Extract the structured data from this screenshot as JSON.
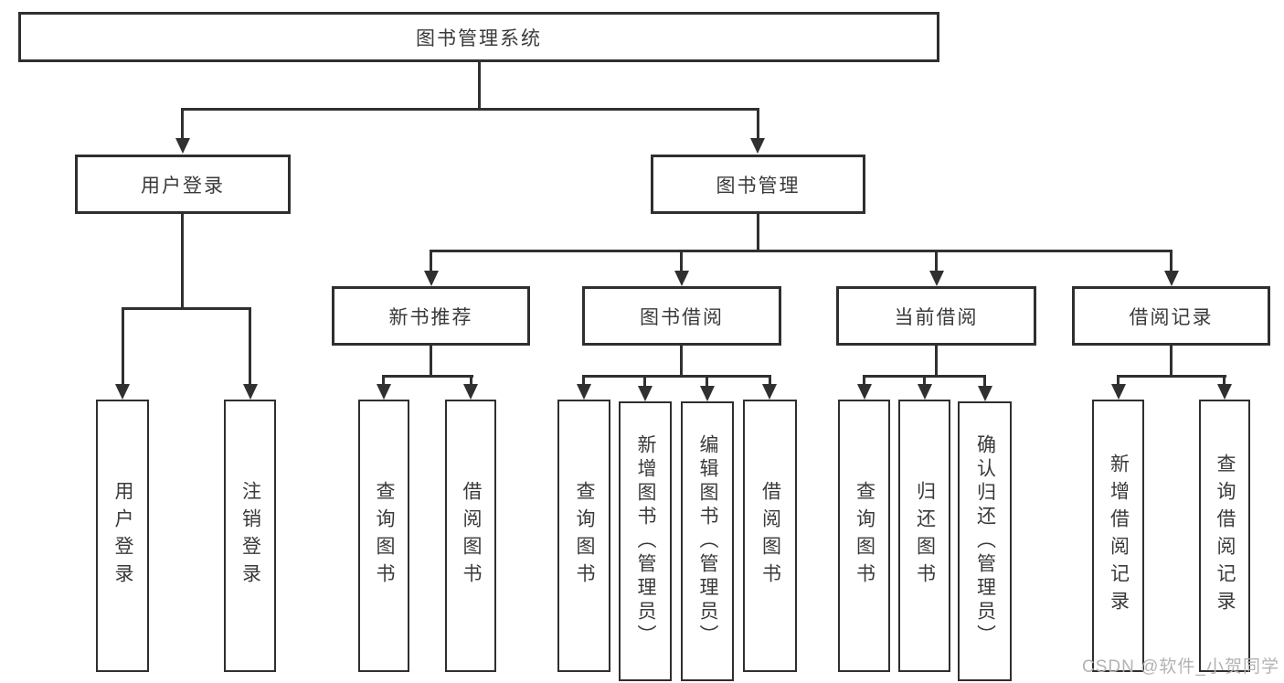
{
  "diagram": {
    "root": {
      "label": "图书管理系统"
    },
    "branches": [
      {
        "label": "用户登录",
        "children": [
          {
            "label": "用户登录"
          },
          {
            "label": "注销登录"
          }
        ]
      },
      {
        "label": "图书管理",
        "sections": [
          {
            "label": "新书推荐",
            "children": [
              {
                "label": "查询图书"
              },
              {
                "label": "借阅图书"
              }
            ]
          },
          {
            "label": "图书借阅",
            "children": [
              {
                "label": "查询图书"
              },
              {
                "label": "新增图书（管理员）"
              },
              {
                "label": "编辑图书（管理员）"
              },
              {
                "label": "借阅图书"
              }
            ]
          },
          {
            "label": "当前借阅",
            "children": [
              {
                "label": "查询图书"
              },
              {
                "label": "归还图书"
              },
              {
                "label": "确认归还（管理员）"
              }
            ]
          },
          {
            "label": "借阅记录",
            "children": [
              {
                "label": "新增借阅记录"
              },
              {
                "label": "查询借阅记录"
              }
            ]
          }
        ]
      }
    ]
  },
  "watermark": {
    "text": "CSDN @软件_小贺同学"
  },
  "colors": {
    "line": "#303030",
    "text": "#3a3a3a",
    "watermark": "#b3b3b3",
    "background": "#ffffff"
  }
}
